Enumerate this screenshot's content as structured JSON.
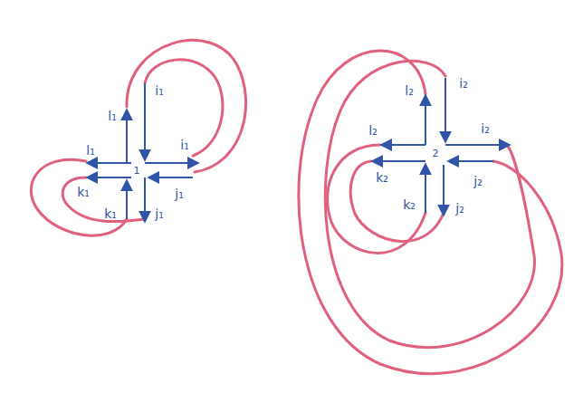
{
  "diagram": {
    "labels": [
      "l₁",
      "i₁",
      "l₁",
      "i₁",
      "k₁",
      "k₁",
      "j₁",
      "j₁",
      "1",
      "l₂",
      "i₂",
      "l₂",
      "i₂",
      "k₂",
      "k₂",
      "j₂",
      "j₂",
      "2"
    ]
  }
}
